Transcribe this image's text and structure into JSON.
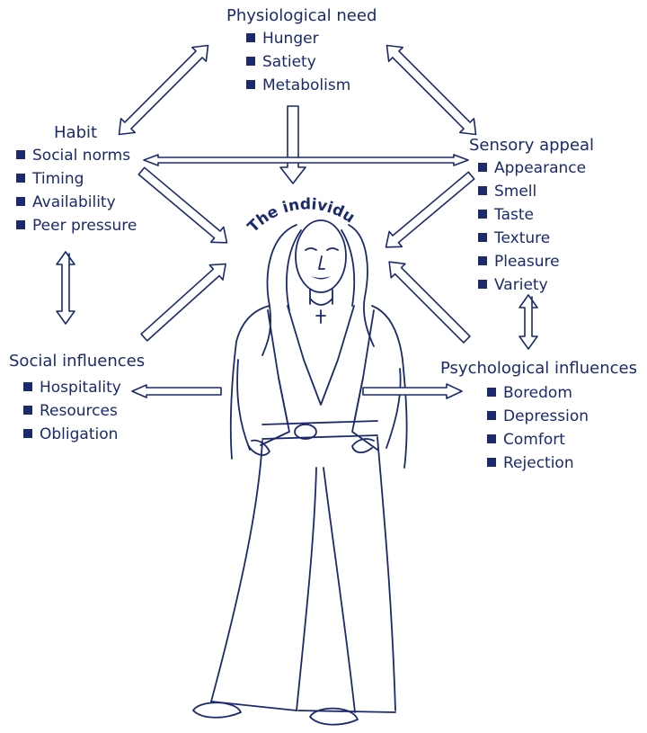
{
  "center_label": "The individual",
  "physiological": {
    "title": "Physiological need",
    "items": [
      "Hunger",
      "Satiety",
      "Metabolism"
    ]
  },
  "habit": {
    "title": "Habit",
    "items": [
      "Social norms",
      "Timing",
      "Availability",
      "Peer pressure"
    ]
  },
  "sensory": {
    "title": "Sensory appeal",
    "items": [
      "Appearance",
      "Smell",
      "Taste",
      "Texture",
      "Pleasure",
      "Variety"
    ]
  },
  "social": {
    "title": "Social influences",
    "items": [
      "Hospitality",
      "Resources",
      "Obligation"
    ]
  },
  "psychological": {
    "title": "Psychological influences",
    "items": [
      "Boredom",
      "Depression",
      "Comfort",
      "Rejection"
    ]
  },
  "colors": {
    "ink": "#1a2a6c",
    "background": "#ffffff"
  },
  "icons": {
    "bullet": "square-bullet-icon",
    "arrow": "block-arrow-icon",
    "figure": "woman-sketch-figure"
  }
}
